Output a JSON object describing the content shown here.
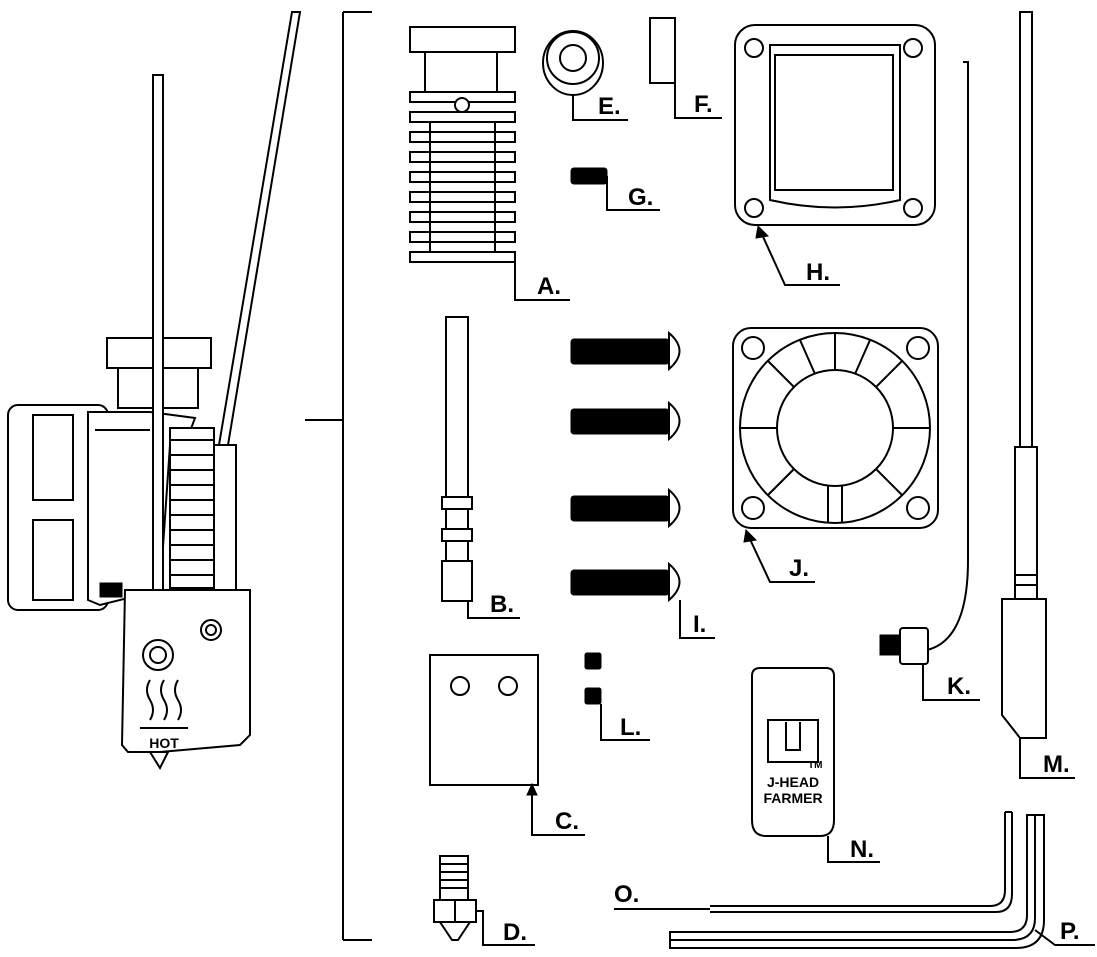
{
  "labels": {
    "a": "A.",
    "b": "B.",
    "c": "C.",
    "d": "D.",
    "e": "E.",
    "f": "F.",
    "g": "G.",
    "h": "H.",
    "i": "I.",
    "j": "J.",
    "k": "K.",
    "l": "L.",
    "m": "M.",
    "n": "N.",
    "o": "O.",
    "p": "P."
  },
  "assembly": {
    "hot_text": "HOT"
  },
  "sleeve": {
    "brand_line1": "J-HEAD",
    "brand_line2": "FARMER",
    "tm": "TM"
  }
}
